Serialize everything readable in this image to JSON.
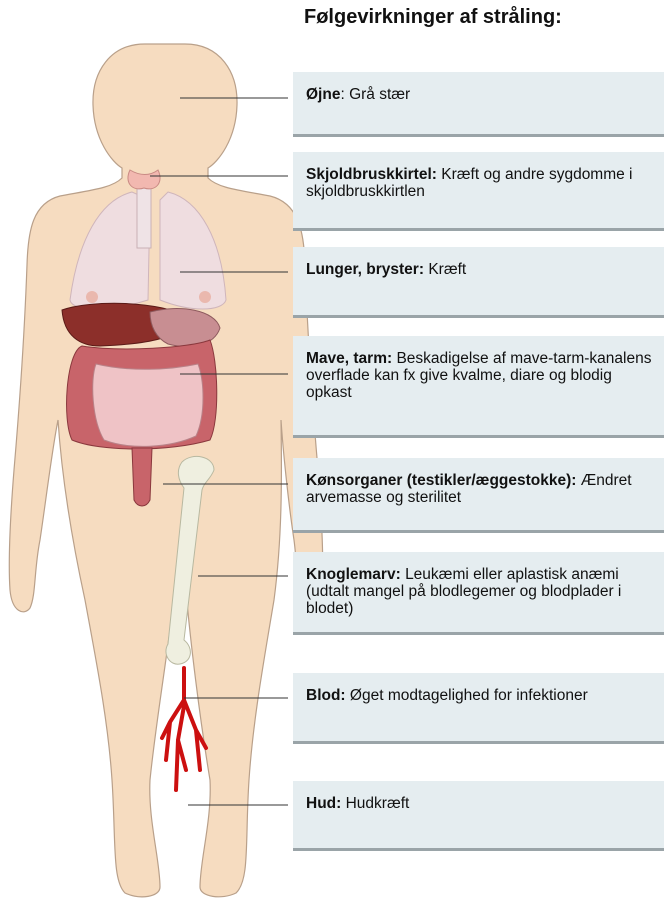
{
  "title": "Følgevirkninger af stråling:",
  "effects": [
    {
      "organ": "Øjne",
      "sep": ": ",
      "text": "Grå stær"
    },
    {
      "organ": "Skjoldbruskkirtel:",
      "sep": " ",
      "text": "Kræft og andre sygdomme i skjoldbruskkirtlen"
    },
    {
      "organ": "Lunger, bryster:",
      "sep": " ",
      "text": "Kræft"
    },
    {
      "organ": "Mave, tarm:",
      "sep": " ",
      "text": "Beskadigelse af mave-tarm-kanalens overflade kan fx give kvalme, diare og blodig opkast"
    },
    {
      "organ": "Kønsorganer (testikler/æggestokke):",
      "sep": " ",
      "text": "Ændret arvemasse og sterilitet"
    },
    {
      "organ": "Knoglemarv:",
      "sep": " ",
      "text": "Leukæmi eller aplastisk anæmi (udtalt mangel på blodlegemer og blodplader i blodet)"
    },
    {
      "organ": "Blod:",
      "sep": " ",
      "text": "Øget modtagelighed for infektioner"
    },
    {
      "organ": "Hud:",
      "sep": " ",
      "text": "Hudkræft"
    }
  ],
  "colors": {
    "panel": "#e5edf0",
    "panel_border": "#9aa4a8",
    "skin": "#f6dcc0",
    "skin_outline": "#b9a08a",
    "blood": "#cc1010"
  }
}
